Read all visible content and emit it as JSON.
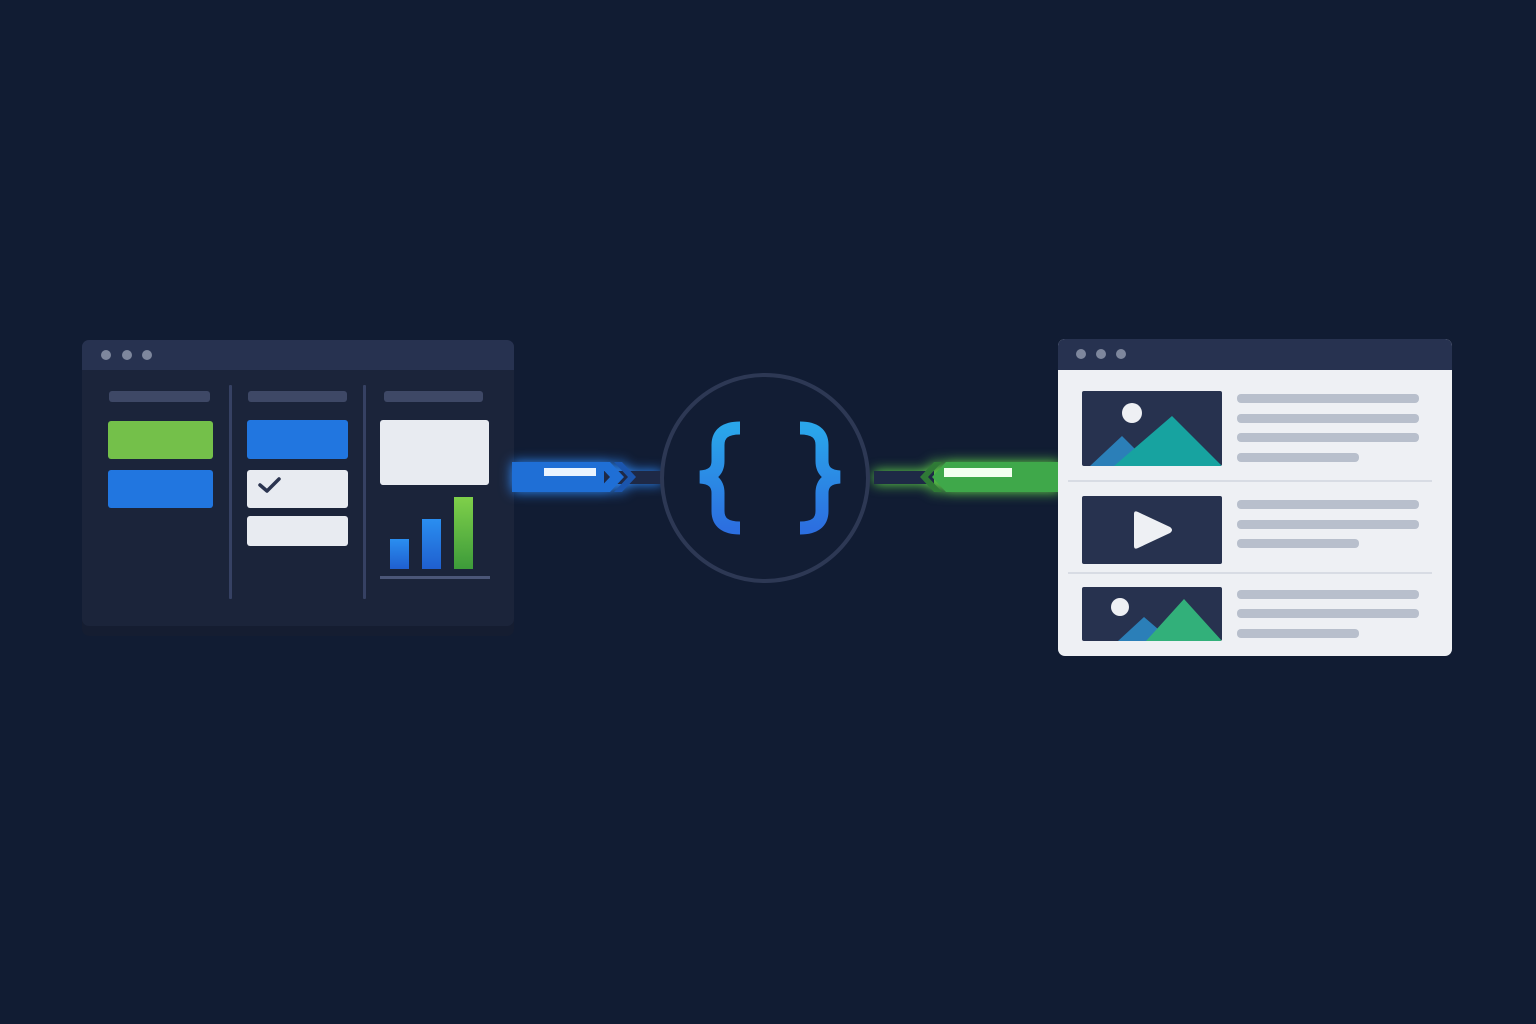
{
  "colors": {
    "background": "#111c33",
    "window_dark": "#1b243a",
    "titlebar": "#273250",
    "accent_blue": "#2176e0",
    "accent_green": "#74c04a",
    "card_light": "#e8ebf1",
    "window_light": "#eef0f4",
    "text_line": "#b8bfcc",
    "teal": "#17a3a0"
  },
  "center_node": {
    "open_brace": "{",
    "close_brace": "}",
    "icon": "curly-braces-icon"
  },
  "left_window": {
    "icons": [
      "window-dot-icon",
      "check-icon",
      "bar-chart-icon"
    ],
    "chart_data": {
      "type": "bar",
      "categories": [
        "",
        "",
        ""
      ],
      "values": [
        30,
        50,
        72
      ],
      "ylim": [
        0,
        80
      ]
    }
  },
  "right_window": {
    "icons": [
      "image-icon",
      "play-icon",
      "image-icon"
    ]
  }
}
